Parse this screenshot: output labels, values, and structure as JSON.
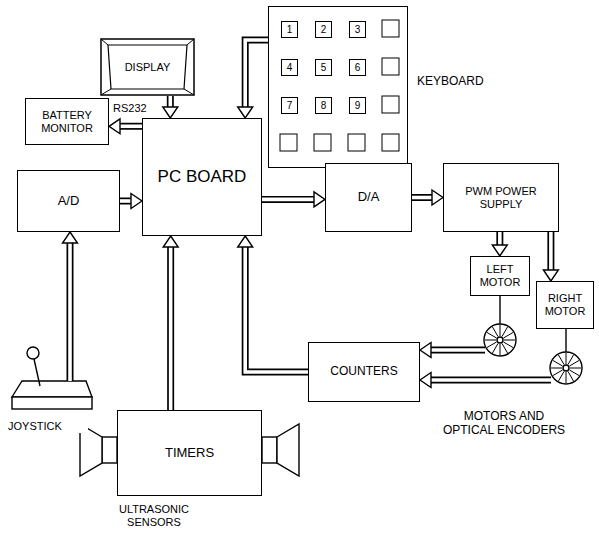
{
  "diagram": {
    "nodes": [
      {
        "text": [
          "DISPLAY"
        ]
      },
      {
        "text": [
          "KEYBOARD"
        ]
      },
      {
        "text": [
          "1"
        ],
        "in": 1
      },
      {
        "text": [
          "2"
        ],
        "in": 1
      },
      {
        "text": [
          "3"
        ],
        "in": 1
      },
      {
        "text": [
          "4"
        ],
        "in": 1
      },
      {
        "text": [
          "5"
        ],
        "in": 1
      },
      {
        "text": [
          "6"
        ],
        "in": 1
      },
      {
        "text": [
          "7"
        ],
        "in": 1
      },
      {
        "text": [
          "8"
        ],
        "in": 1
      },
      {
        "text": [
          "9"
        ],
        "in": 1
      },
      {
        "text": [
          "BATTERY MONITOR"
        ]
      },
      {
        "text": [
          "PC BOARD"
        ]
      },
      {
        "text": [
          "A/D"
        ]
      },
      {
        "text": [
          "D/A"
        ]
      },
      {
        "text": [
          "PWM POWER SUPPLY"
        ]
      },
      {
        "text": [
          "LEFT MOTOR"
        ]
      },
      {
        "text": [
          "RIGHT MOTOR"
        ]
      },
      {
        "text": [
          "COUNTERS"
        ]
      },
      {
        "text": [
          "TIMERS"
        ]
      }
    ],
    "edges": [
      {
        "from": 0,
        "to": 12,
        "arrow": "to"
      },
      {
        "from": 1,
        "to": 12,
        "arrow": "to"
      },
      {
        "from": 12,
        "to": 11,
        "label": "RS232",
        "arrow": "to"
      },
      {
        "from": 13,
        "to": 12,
        "arrow": "to"
      },
      {
        "from": 12,
        "to": 14,
        "arrow": "to"
      },
      {
        "from": 14,
        "to": 15,
        "arrow": "to"
      },
      {
        "from": 15,
        "to": 16,
        "arrow": "to"
      },
      {
        "from": 15,
        "to": 17,
        "arrow": "to"
      },
      {
        "from": 18,
        "to": 12,
        "arrow": "to"
      },
      {
        "from": 19,
        "to": 12,
        "arrow": "to"
      }
    ],
    "labels": [
      "JOYSTICK",
      "MOTORS AND OPTICAL ENCODERS",
      "ULTRASONIC SENSORS"
    ]
  }
}
